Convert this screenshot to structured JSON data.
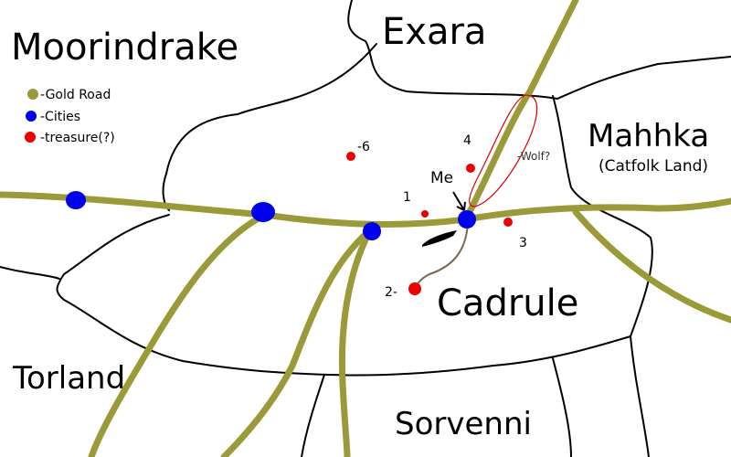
{
  "regions": {
    "moorindrake": "Moorindrake",
    "exara": "Exara",
    "mahhka": "Mahhka",
    "mahhka_sub": "(Catfolk Land)",
    "cadrule": "Cadrule",
    "torland": "Torland",
    "sorvenni": "Sorvenni"
  },
  "legend": [
    {
      "label": "-Gold Road",
      "color": "#9a9a38"
    },
    {
      "label": "-Cities",
      "color": "#0000ee"
    },
    {
      "label": "-treasure(?)",
      "color": "#ee0000"
    }
  ],
  "markers": {
    "me": "Me",
    "wolf": "-Wolf?",
    "treasures": [
      "1",
      "2-",
      "3",
      "4",
      "-6"
    ]
  }
}
